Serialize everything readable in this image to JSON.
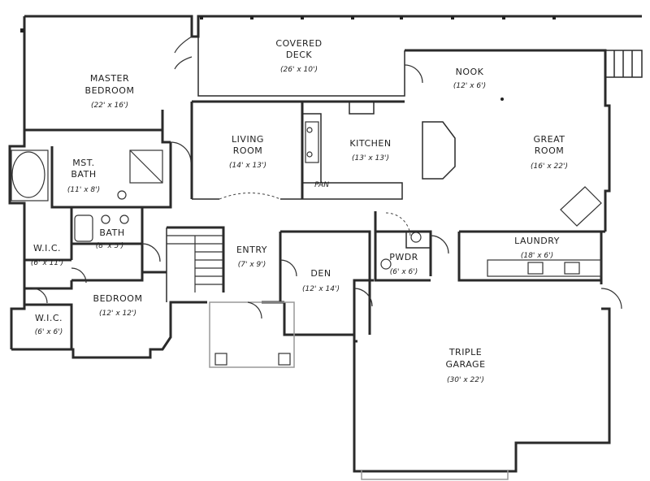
{
  "rooms": {
    "covered_deck": {
      "name": "COVERED",
      "name2": "DECK",
      "dim": "(26' x 10')"
    },
    "master_bedroom": {
      "name": "MASTER",
      "name2": "BEDROOM",
      "dim": "(22' x 16')"
    },
    "nook": {
      "name": "NOOK",
      "dim": "(12' x 6')"
    },
    "living_room": {
      "name": "LIVING",
      "name2": "ROOM",
      "dim": "(14' x 13')"
    },
    "kitchen": {
      "name": "KITCHEN",
      "dim": "(13' x 13')"
    },
    "great_room": {
      "name": "GREAT",
      "name2": "ROOM",
      "dim": "(16' x 22')"
    },
    "mst_bath": {
      "name": "MST.",
      "name2": "BATH",
      "dim": "(11' x 8')"
    },
    "bath": {
      "name": "BATH",
      "dim": "(8' x 5')"
    },
    "wic_1": {
      "name": "W.I.C.",
      "dim": "(6' x 11')"
    },
    "entry": {
      "name": "ENTRY",
      "dim": "(7' x 9')"
    },
    "laundry": {
      "name": "LAUNDRY",
      "dim": "(18' x 6')"
    },
    "pwdr": {
      "name": "PWDR",
      "dim": "(6' x 6')"
    },
    "den": {
      "name": "DEN",
      "dim": "(12' x 14')"
    },
    "bedroom": {
      "name": "BEDROOM",
      "dim": "(12' x 12')"
    },
    "wic_2": {
      "name": "W.I.C.",
      "dim": "(6' x 6')"
    },
    "triple_garage": {
      "name": "TRIPLE",
      "name2": "GARAGE",
      "dim": "(30' x 22')"
    },
    "pan": {
      "name": "PAN"
    }
  }
}
